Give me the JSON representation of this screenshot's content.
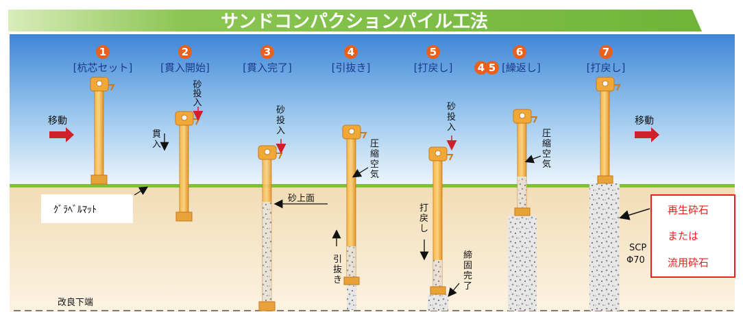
{
  "title": "サンドコンパクションパイル工法",
  "steps": [
    {
      "num": "1",
      "label": "[杭芯セット]"
    },
    {
      "num": "2",
      "label": "[貫入開始]"
    },
    {
      "num": "3",
      "label": "[貫入完了]"
    },
    {
      "num": "4",
      "label": "[引抜き]"
    },
    {
      "num": "5",
      "label": "[打戻し]"
    },
    {
      "num": "6",
      "label": "[繰返し]",
      "prefix_nums": [
        "4",
        "5"
      ]
    },
    {
      "num": "7",
      "label": "[打戻し]"
    }
  ],
  "annotations": {
    "move_left": "移動",
    "move_right": "移動",
    "sand_input": "砂投入",
    "penetration": "貫入",
    "compressed_air": "圧縮空気",
    "sand_top": "砂上面",
    "pull_out": "引抜き",
    "drive_back": "打戻し",
    "compaction_done": "締固完了",
    "improved_bottom": "改良下端",
    "gravel_mat": "ｸﾞﾗﾍﾞﾙﾏｯﾄ",
    "scp_label": "SCP",
    "phi_label": "Φ70"
  },
  "legend": {
    "line1": "再生砕石",
    "line2": "または",
    "line3": "流用砕石"
  },
  "colors": {
    "banner_green": "#7ec242",
    "sky_top": "#4f8fd6",
    "sky_bottom": "#eaf4fb",
    "ground_line": "#7fbf3a",
    "soil_top": "#f3dfbd",
    "soil_bottom": "#fbf1e0",
    "pipe": "#f0a838",
    "pipe_dark": "#c9781a",
    "step_circle": "#e8601c",
    "step_text": "#1a3a8a",
    "arrow_red": "#d0202a",
    "legend_red": "#e8211b"
  }
}
